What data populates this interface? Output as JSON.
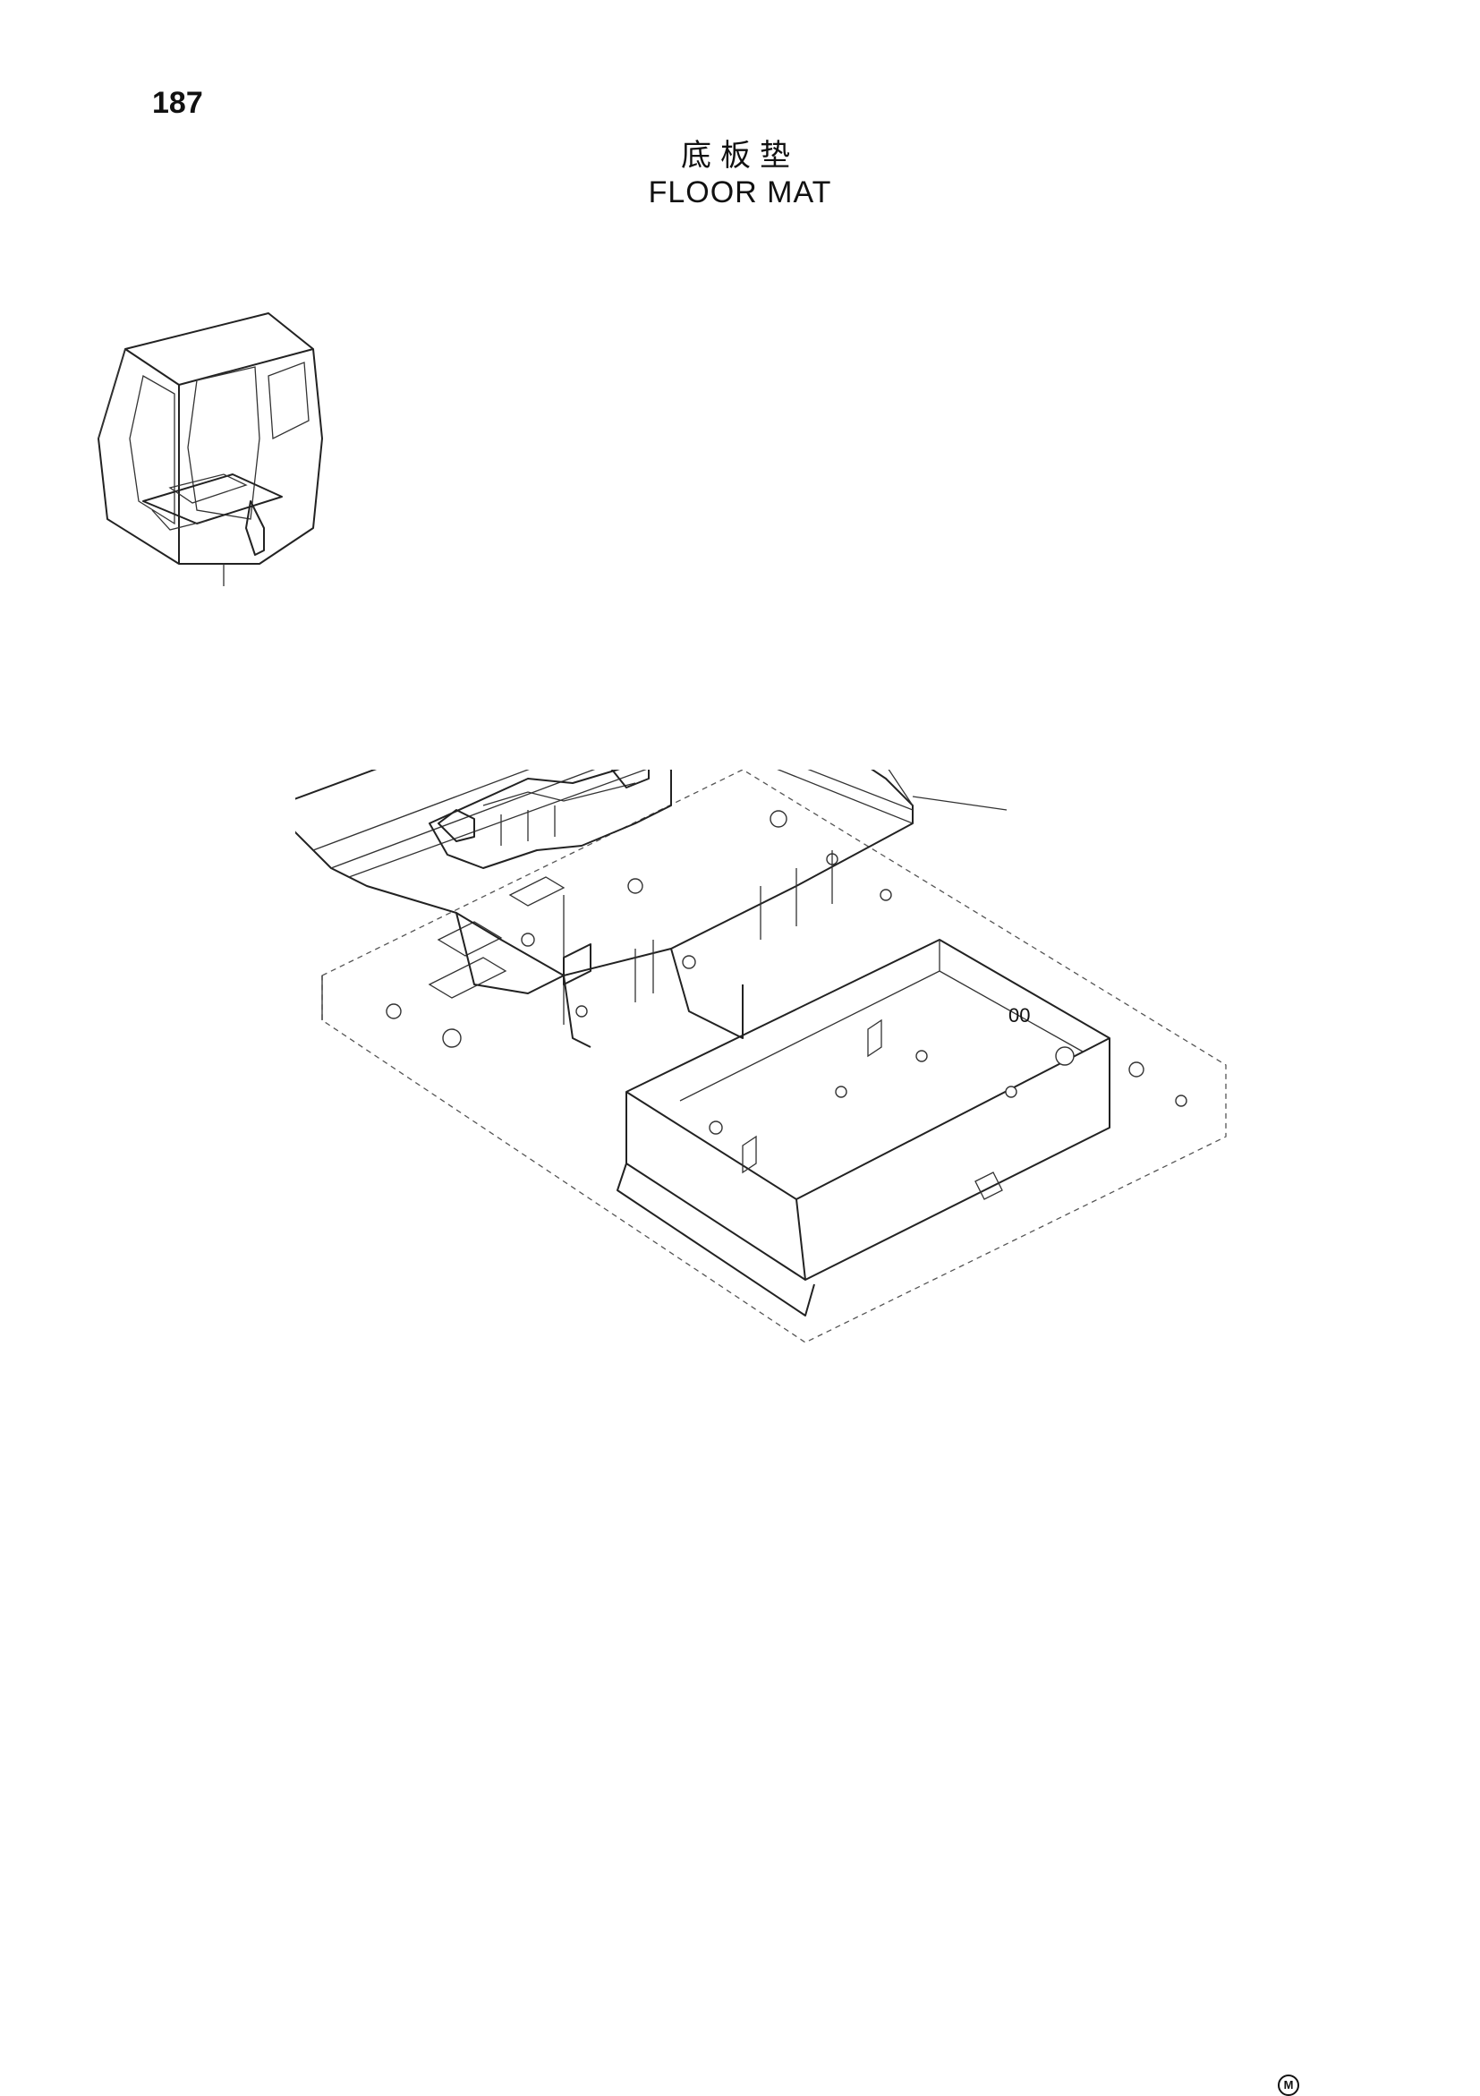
{
  "page": {
    "number": "187",
    "title_cn": "底板垫",
    "title_en": "FLOOR MAT"
  },
  "diagram": {
    "callout_label": "00",
    "corner_mark": "M"
  },
  "icons": {
    "cab_thumbnail": "cab-location-icon",
    "corner_mark": "circled-m-icon"
  }
}
